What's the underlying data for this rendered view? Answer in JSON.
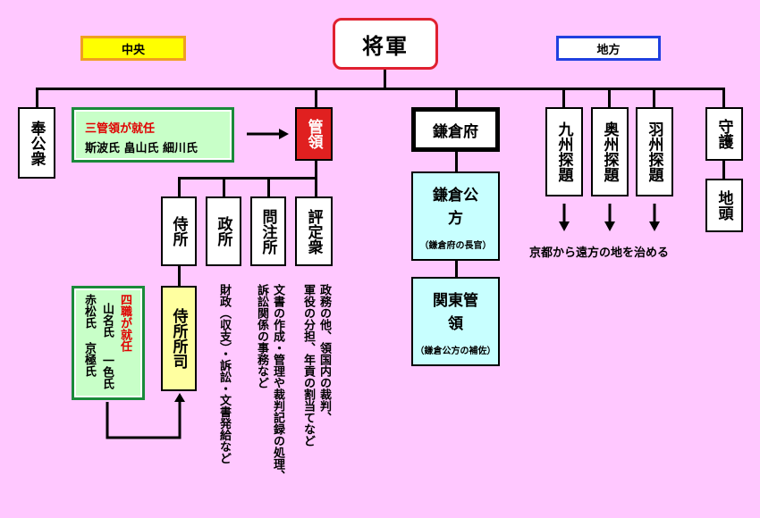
{
  "shogun": "将軍",
  "labels": {
    "central": "中央",
    "regional": "地方"
  },
  "central": {
    "hokoshu": "奉公衆",
    "sankanrei": {
      "title": "三管領が就任",
      "names": "斯波氏 畠山氏 細川氏"
    },
    "kanrei": "管領",
    "samuraidokoro": "侍所",
    "mandokoro": "政所",
    "monchujo": "問注所",
    "hyojoshu": "評定衆",
    "shoshi": "侍所所司",
    "shishiki": {
      "title": "四職が就任",
      "col1": "山名氏",
      "col2": "赤松氏",
      "col3": "一色氏",
      "col4": "京極氏"
    },
    "notes": {
      "mandokoro": "財政（収支）・訴訟・文書発給など",
      "monchujo_1": "文書の作成・管理や裁判記録の処理、",
      "monchujo_2": "訴訟関係の事務など",
      "hyojoshu_1": "政務の他、領国内の裁判、",
      "hyojoshu_2": "軍役の分担、年貢の割当てなど"
    }
  },
  "kamakura": {
    "fu": "鎌倉府",
    "kubo": "鎌倉公方",
    "kubo_sub": "（鎌倉府の長官）",
    "kanrei": "関東管領",
    "kanrei_sub": "（鎌倉公方の補佐）"
  },
  "regional": {
    "kyushu": "九州探題",
    "oshu": "奥州探題",
    "ushu": "羽州探題",
    "shugo": "守護",
    "jito": "地頭",
    "note": "京都から遠方の地を治める"
  }
}
